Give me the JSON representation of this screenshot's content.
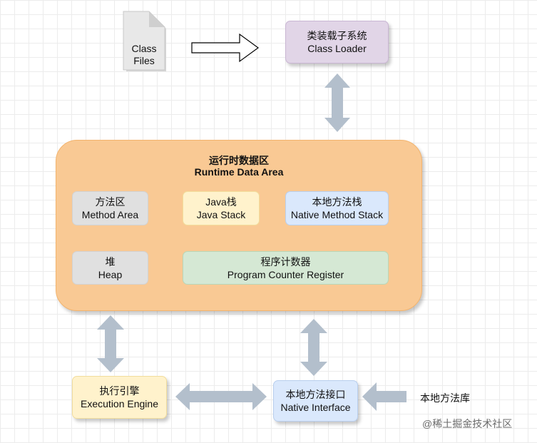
{
  "class_files": {
    "line1": "Class",
    "line2": "Files"
  },
  "class_loader": {
    "cn": "类装载子系统",
    "en": "Class Loader"
  },
  "runtime": {
    "cn": "运行时数据区",
    "en": "Runtime Data Area",
    "method_area": {
      "cn": "方法区",
      "en": "Method Area"
    },
    "java_stack": {
      "cn": "Java栈",
      "en": "Java Stack"
    },
    "native_stack": {
      "cn": "本地方法栈",
      "en": "Native Method Stack"
    },
    "heap": {
      "cn": "堆",
      "en": "Heap"
    },
    "pc_register": {
      "cn": "程序计数器",
      "en": "Program Counter Register"
    }
  },
  "execution_engine": {
    "cn": "执行引擎",
    "en": "Execution Engine"
  },
  "native_interface": {
    "cn": "本地方法接口",
    "en": "Native Interface"
  },
  "native_library": "本地方法库",
  "watermark": "@稀土掘金技术社区",
  "colors": {
    "class_loader": "#e1d5e7",
    "runtime": "#f9c994",
    "grey_box": "#e0e0e0",
    "yellow_box": "#fff2cc",
    "blue_box": "#dae8fc",
    "green_box": "#d5e8d4",
    "arrow": "#b3bfcc"
  }
}
